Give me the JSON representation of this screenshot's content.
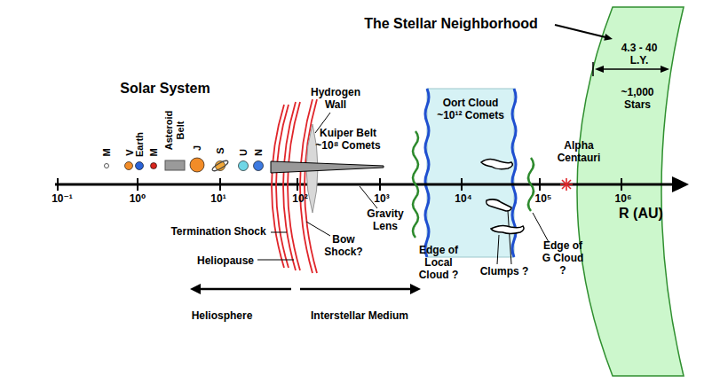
{
  "diagram": {
    "nodes": [
      {
        "text": [
          "Oort Cloud ~10¹² Comets"
        ]
      },
      {
        "text": [
          "The Stellar Neighborhood",
          "4.3 - 40 L.Y.",
          "~1,000 Stars"
        ]
      }
    ],
    "labels": [
      "Solar System",
      "M",
      "V",
      "Earth",
      "M",
      "Asteroid Belt",
      "J",
      "S",
      "U",
      "N",
      "Hydrogen Wall",
      "Kuiper Belt ~10⁸ Comets",
      "10⁻¹",
      "10⁰",
      "10¹",
      "10²",
      "10³",
      "10⁴",
      "10⁵",
      "10⁶",
      "R (AU)",
      "Gravity Lens",
      "Termination Shock",
      "Heliopause",
      "Bow Shock?",
      "Heliosphere",
      "Interstellar Medium",
      "Edge of Local Cloud ?",
      "Clumps ?",
      "Edge of G Cloud ?",
      "Alpha Centauri"
    ]
  }
}
